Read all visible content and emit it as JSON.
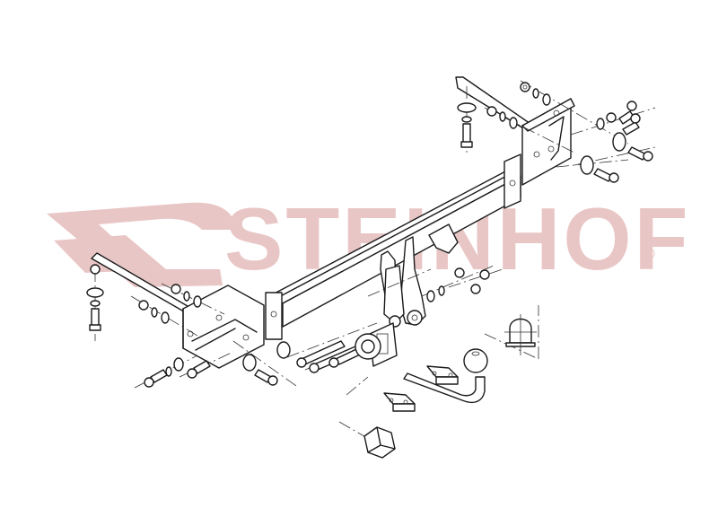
{
  "diagram": {
    "type": "exploded assembly drawing",
    "subject": "tow bar (towing hitch) kit",
    "watermark": {
      "brand": "STEINHOF",
      "registered_mark": "®",
      "color": "#e9c6c6"
    },
    "parts": [
      {
        "id": "crossbeam",
        "label": "Main crossbeam (square tube)"
      },
      {
        "id": "bracket-left",
        "label": "Left mounting bracket with arm"
      },
      {
        "id": "bracket-right",
        "label": "Right mounting bracket with arm"
      },
      {
        "id": "hitch-plate",
        "label": "Hitch mounting plate"
      },
      {
        "id": "socket-plate",
        "label": "Electrical socket plate"
      },
      {
        "id": "tow-ball",
        "label": "Tow ball neck"
      },
      {
        "id": "clamp-blocks",
        "label": "Clamp blocks"
      },
      {
        "id": "ball-cap",
        "label": "Ball cover cap"
      },
      {
        "id": "socket-plug",
        "label": "Electrical socket"
      },
      {
        "id": "fasteners",
        "label": "Bolts, nuts and washers"
      }
    ]
  }
}
